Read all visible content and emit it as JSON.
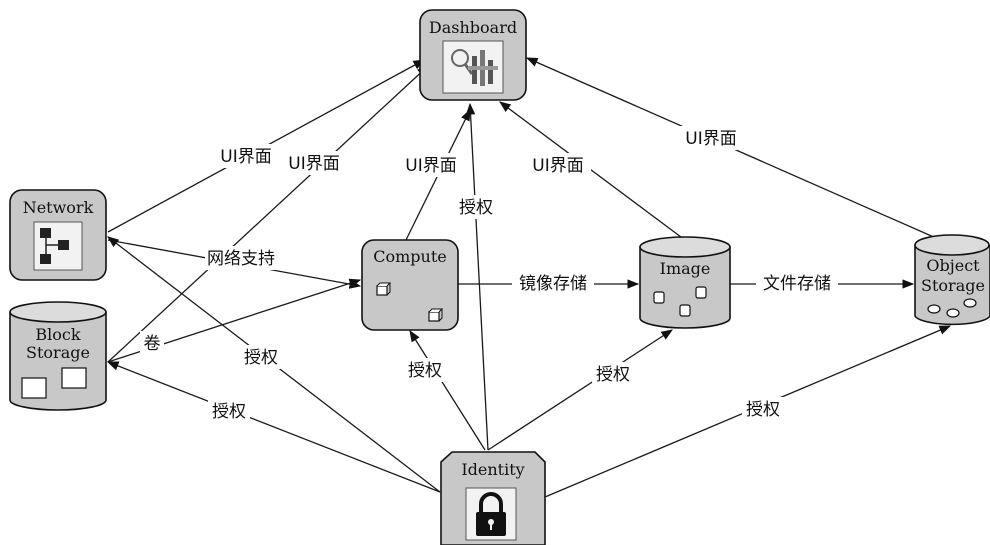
{
  "nodes": {
    "dashboard": "Dashboard",
    "network": "Network",
    "block_storage": [
      "Block",
      "Storage"
    ],
    "compute": "Compute",
    "image": "Image",
    "object_storage": [
      "Object",
      "Storage"
    ],
    "identity": "Identity"
  },
  "labels": {
    "ui1": "UI界面",
    "ui2": "UI界面",
    "ui3": "UI界面",
    "ui4": "UI界面",
    "ui5": "UI界面",
    "network_support": "网络支持",
    "volume": "卷",
    "image_storage": "镜像存储",
    "file_storage": "文件存储",
    "auth_center": "授权",
    "auth_network": "授权",
    "auth_block": "授权",
    "auth_compute": "授权",
    "auth_image": "授权",
    "auth_object": "授权"
  }
}
